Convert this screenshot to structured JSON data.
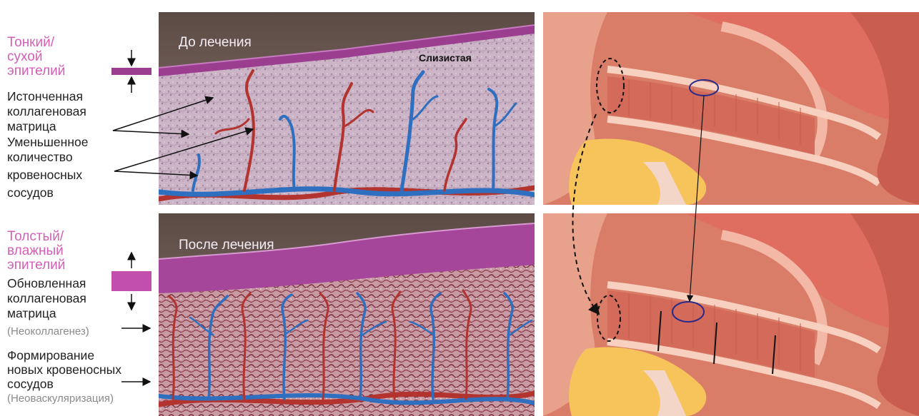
{
  "legend_top": {
    "thin_epithelium": [
      "Тонкий/",
      "сухой",
      "эпителий"
    ],
    "thinned_collagen": [
      "Истонченная",
      "коллагеновая",
      "матрица"
    ],
    "reduced_vessels": [
      "Уменьшенное",
      "количество",
      "кровеносных",
      "сосудов"
    ]
  },
  "legend_bottom": {
    "thick_epithelium": [
      "Толстый/",
      "влажный",
      "эпителий"
    ],
    "renewed_collagen": [
      "Обновленная",
      "коллагеновая",
      "матрица"
    ],
    "neocollagenesis": "(Неоколлагенез)",
    "new_vessels": [
      "Формирование",
      "новых кровеносных",
      "сосудов"
    ],
    "neovascularization": "(Неоваскуляризация)"
  },
  "panels": {
    "before_title": "До лечения",
    "after_title": "После лечения",
    "mucosa_label": "Слизистая"
  },
  "colors": {
    "pink_text": "#d45fb4",
    "epithelium": "#9a3a8c",
    "artery": "#b3332e",
    "vein": "#2f6fc0",
    "tissue_before": "#cdb3c6",
    "tissue_after": "#b98a94",
    "anatomy": "#e88873"
  }
}
